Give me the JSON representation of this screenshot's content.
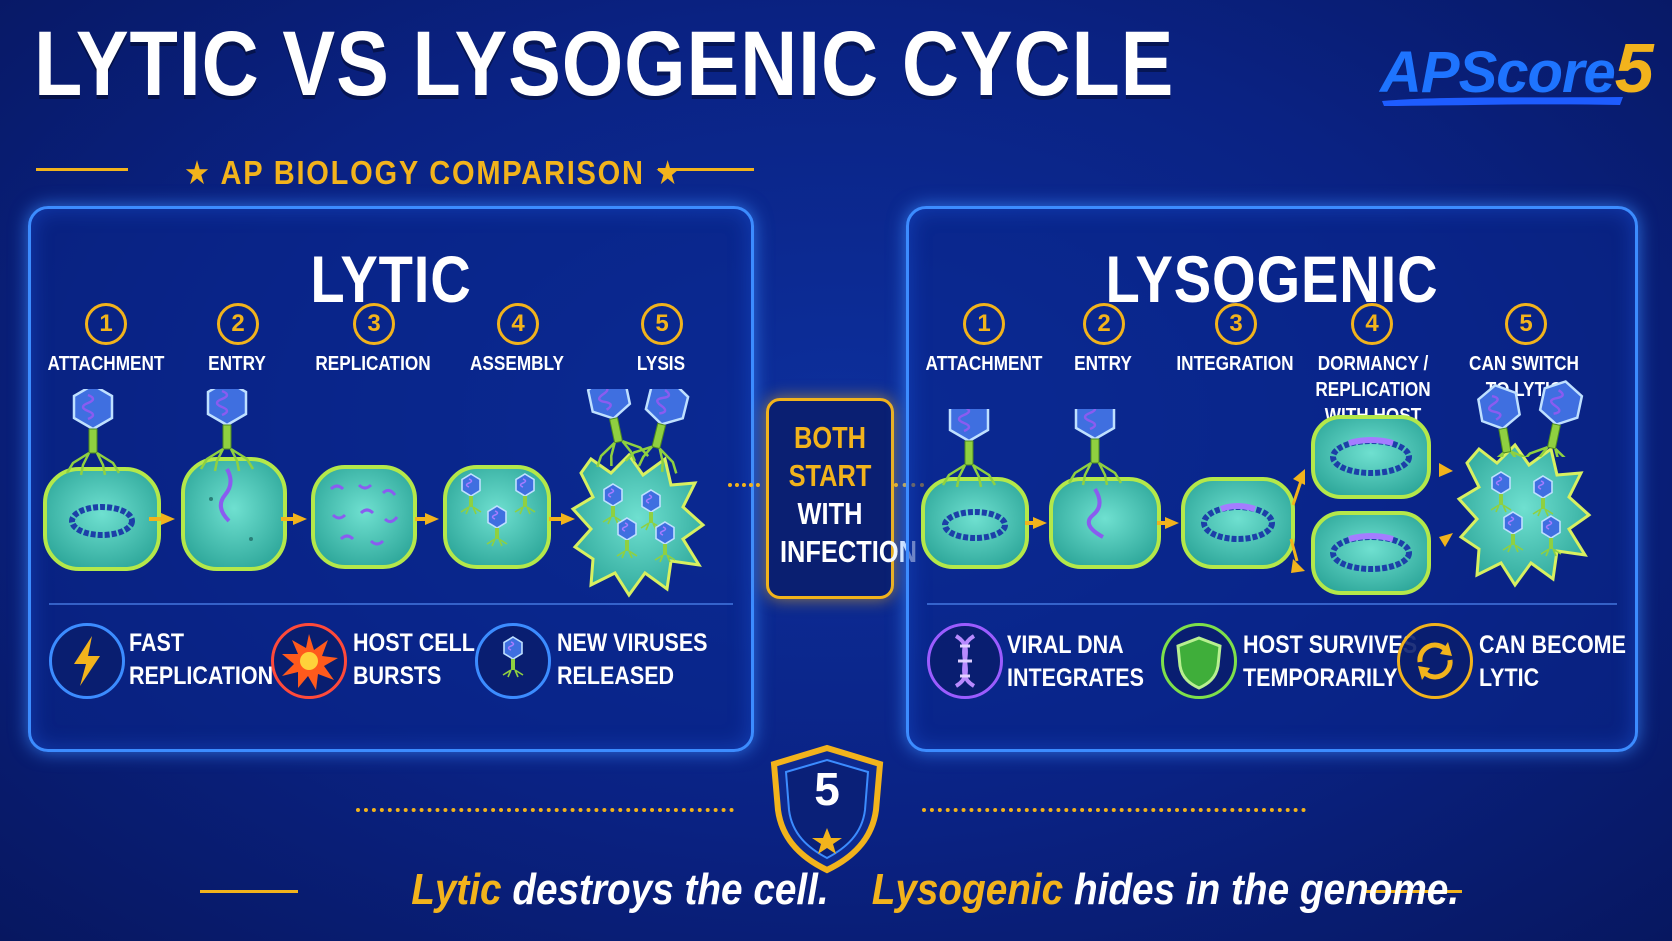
{
  "title": "LYTIC VS LYSOGENIC CYCLE",
  "subtitle": "★ AP BIOLOGY COMPARISON ★",
  "logo": {
    "text": "APScore",
    "number": "5"
  },
  "lytic": {
    "title": "LYTIC",
    "steps": [
      {
        "num": "1",
        "label": "ATTACHMENT"
      },
      {
        "num": "2",
        "label": "ENTRY"
      },
      {
        "num": "3",
        "label": "REPLICATION"
      },
      {
        "num": "4",
        "label": "ASSEMBLY"
      },
      {
        "num": "5",
        "label": "LYSIS"
      }
    ],
    "features": [
      {
        "icon": "lightning-icon",
        "line1": "FAST",
        "line2": "REPLICATION"
      },
      {
        "icon": "burst-icon",
        "line1": "HOST CELL",
        "line2": "BURSTS"
      },
      {
        "icon": "virus-icon",
        "line1": "NEW VIRUSES",
        "line2": "RELEASED"
      }
    ]
  },
  "lysogenic": {
    "title": "LYSOGENIC",
    "steps": [
      {
        "num": "1",
        "label": "ATTACHMENT"
      },
      {
        "num": "2",
        "label": "ENTRY"
      },
      {
        "num": "3",
        "label": "INTEGRATION"
      },
      {
        "num": "4",
        "label": "DORMANCY / REPLICATION WITH HOST"
      },
      {
        "num": "5",
        "label": "CAN SWITCH TO LYTIC"
      }
    ],
    "features": [
      {
        "icon": "dna-icon",
        "line1": "VIRAL DNA",
        "line2": "INTEGRATES"
      },
      {
        "icon": "shield-icon",
        "line1": "HOST SURVIVES",
        "line2": "TEMPORARILY"
      },
      {
        "icon": "cycle-arrows-icon",
        "line1": "CAN BECOME",
        "line2": "LYTIC"
      }
    ]
  },
  "center": {
    "line1": "BOTH",
    "line2": "START",
    "line3": "WITH",
    "line4": "INFECTION"
  },
  "badge": {
    "number": "5"
  },
  "bottom": {
    "lytic_word": "Lytic",
    "lytic_rest": " destroys the cell.",
    "lyso_word": "Lysogenic",
    "lyso_rest": " hides in the genome."
  },
  "colors": {
    "background": "#0a2283",
    "accent": "#f2b31c",
    "panel_border": "#3c8cff",
    "cell_fill": "#4fc6b8",
    "cell_border": "#a8e040"
  }
}
